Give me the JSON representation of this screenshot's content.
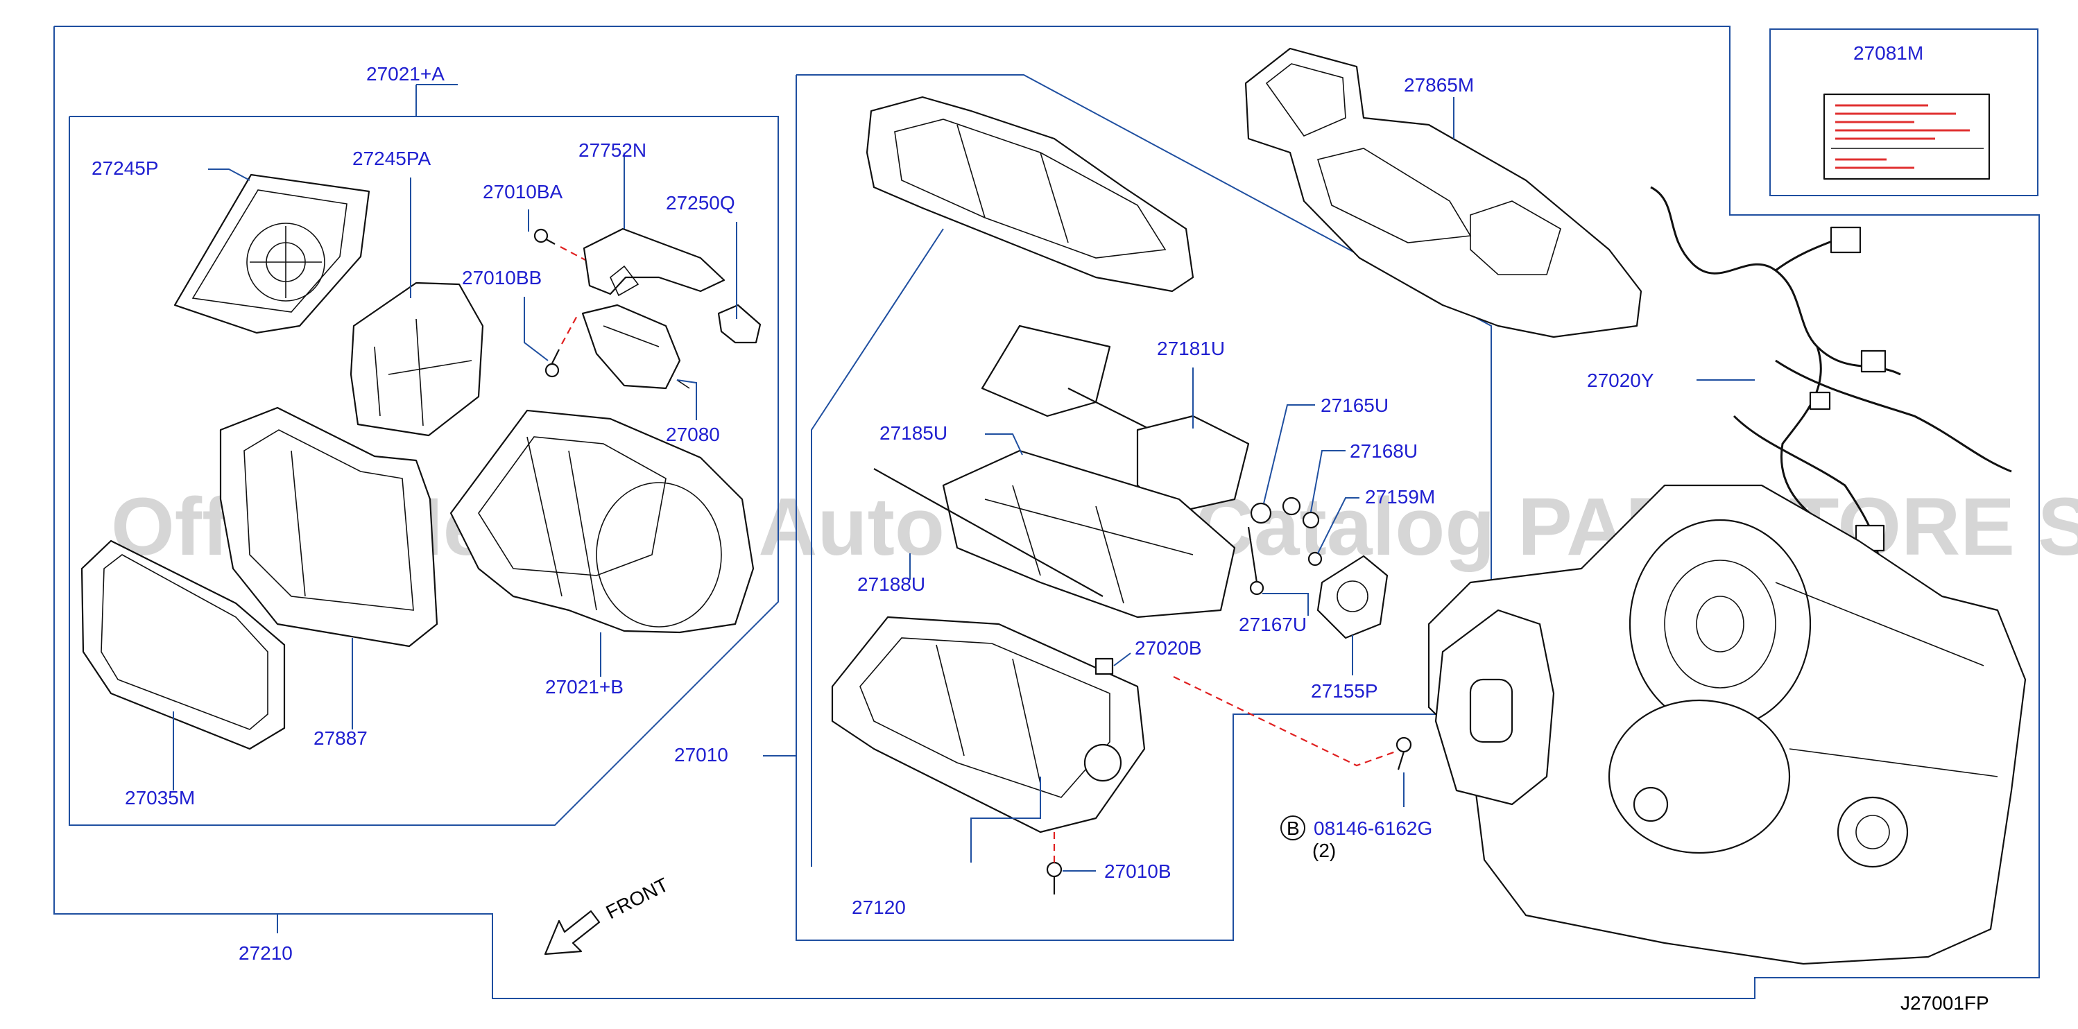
{
  "diagram": {
    "code": "J27001FP",
    "watermark": "Offers Merchant Auto Parts Catalog PARTSTORE SA",
    "front_label": "FRONT",
    "bolt_marker": "B",
    "colors": {
      "label": "#1f1fd0",
      "frame": "#1f4fa0",
      "dashed": "#e02020"
    },
    "labels": {
      "p27021A": "27021+A",
      "p27245P": "27245P",
      "p27245PA": "27245PA",
      "p27010BA": "27010BA",
      "p27752N": "27752N",
      "p27250Q": "27250Q",
      "p27010BB": "27010BB",
      "p27080": "27080",
      "p27021B": "27021+B",
      "p27887": "27887",
      "p27035M": "27035M",
      "p27010": "27010",
      "p27210": "27210",
      "p27865M": "27865M",
      "p27081M": "27081M",
      "p27020Y": "27020Y",
      "p27181U": "27181U",
      "p27185U": "27185U",
      "p27188U": "27188U",
      "p27165U": "27165U",
      "p27168U": "27168U",
      "p27159M": "27159M",
      "p27167U": "27167U",
      "p27155P": "27155P",
      "p27020B": "27020B",
      "p08146": "08146-6162G",
      "p08146qty": "(2)",
      "p27120": "27120",
      "p27010B": "27010B"
    }
  }
}
